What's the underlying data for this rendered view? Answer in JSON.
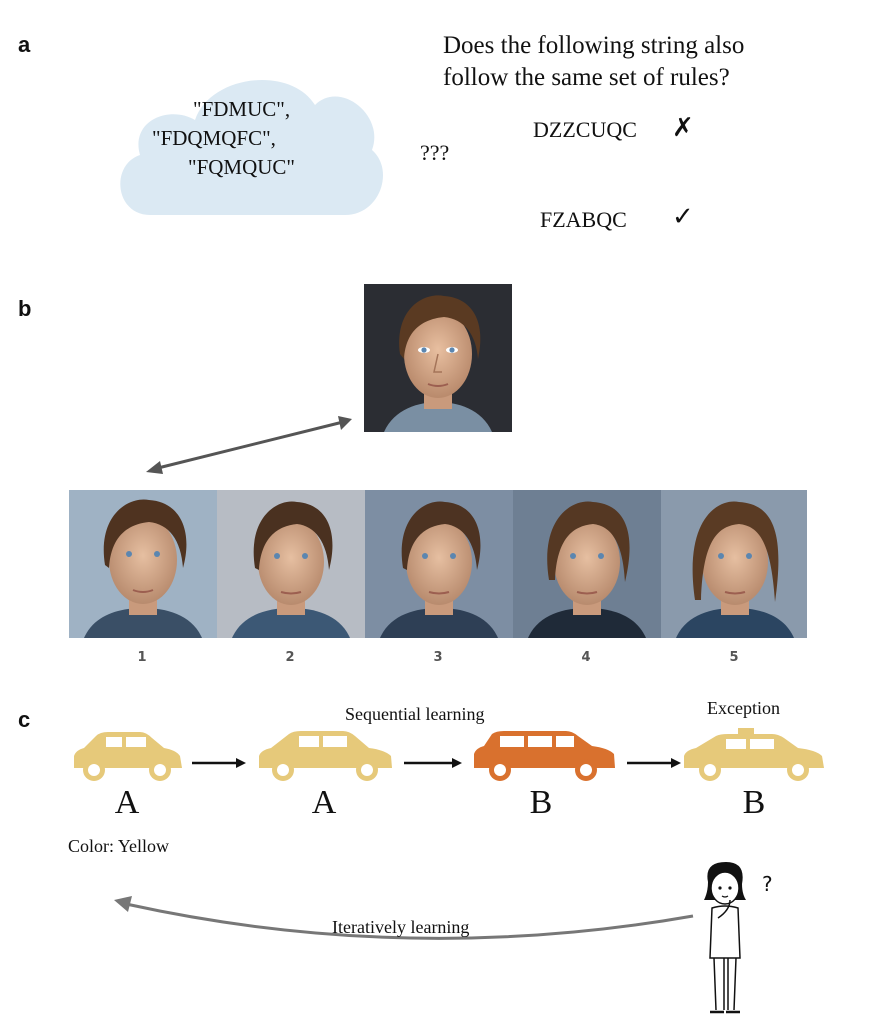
{
  "panel_a": {
    "label": "a",
    "cloud_lines": [
      "\"FDMUC\",",
      "\"FDQMQFC\",",
      "\"FQMQUC\""
    ],
    "unknown": "???",
    "question_line1": "Does the following string also",
    "question_line2": "follow the same set of rules?",
    "candidates": [
      {
        "text": "DZZCUQC",
        "mark": "✗"
      },
      {
        "text": "FZABQC",
        "mark": "✓"
      }
    ]
  },
  "panel_b": {
    "label": "b",
    "face_numbers": [
      "1",
      "2",
      "3",
      "4",
      "5"
    ]
  },
  "panel_c": {
    "label": "c",
    "sequential_label": "Sequential learning",
    "exception_label": "Exception",
    "cars": [
      {
        "letter": "A",
        "color": "#e6c97a"
      },
      {
        "letter": "A",
        "color": "#e6c97a"
      },
      {
        "letter": "B",
        "color": "#d9712e"
      },
      {
        "letter": "B",
        "color": "#e6c97a"
      }
    ],
    "color_note": "Color: Yellow",
    "iterative_label": "Iteratively learning",
    "thinking_mark": "?"
  }
}
